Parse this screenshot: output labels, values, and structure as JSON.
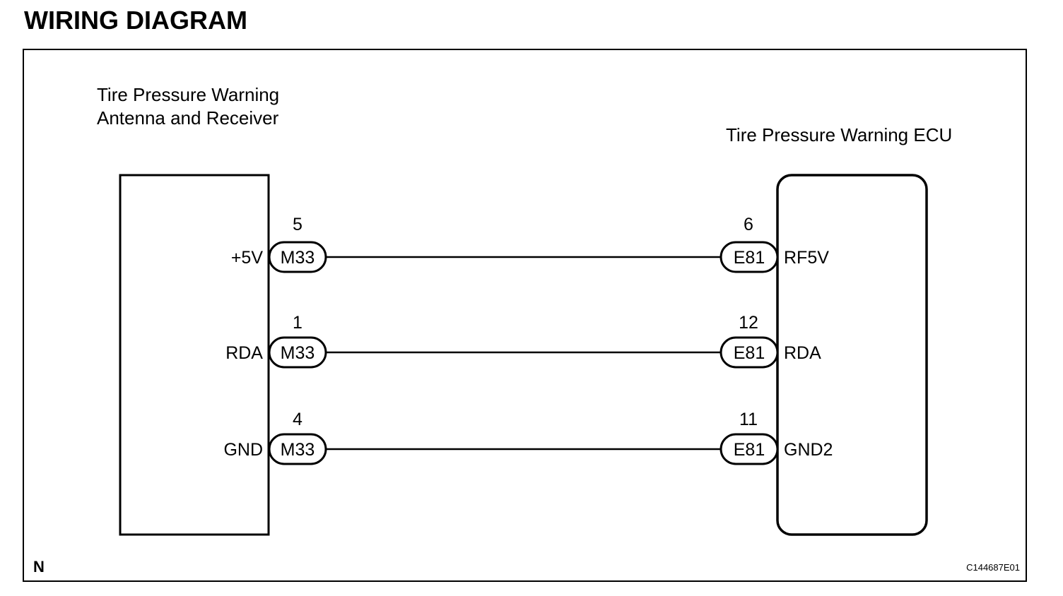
{
  "title": "WIRING DIAGRAM",
  "left_component": {
    "name_line1": "Tire Pressure Warning",
    "name_line2": "Antenna and Receiver"
  },
  "right_component": {
    "name": "Tire Pressure Warning ECU"
  },
  "wires": [
    {
      "left_terminal": "+5V",
      "left_pin": "5",
      "left_connector": "M33",
      "right_pin": "6",
      "right_connector": "E81",
      "right_terminal": "RF5V"
    },
    {
      "left_terminal": "RDA",
      "left_pin": "1",
      "left_connector": "M33",
      "right_pin": "12",
      "right_connector": "E81",
      "right_terminal": "RDA"
    },
    {
      "left_terminal": "GND",
      "left_pin": "4",
      "left_connector": "M33",
      "right_pin": "11",
      "right_connector": "E81",
      "right_terminal": "GND2"
    }
  ],
  "footer": {
    "corner_label": "N",
    "figure_id": "C144687E01"
  },
  "colors": {
    "line": "#000000",
    "background": "#ffffff"
  }
}
